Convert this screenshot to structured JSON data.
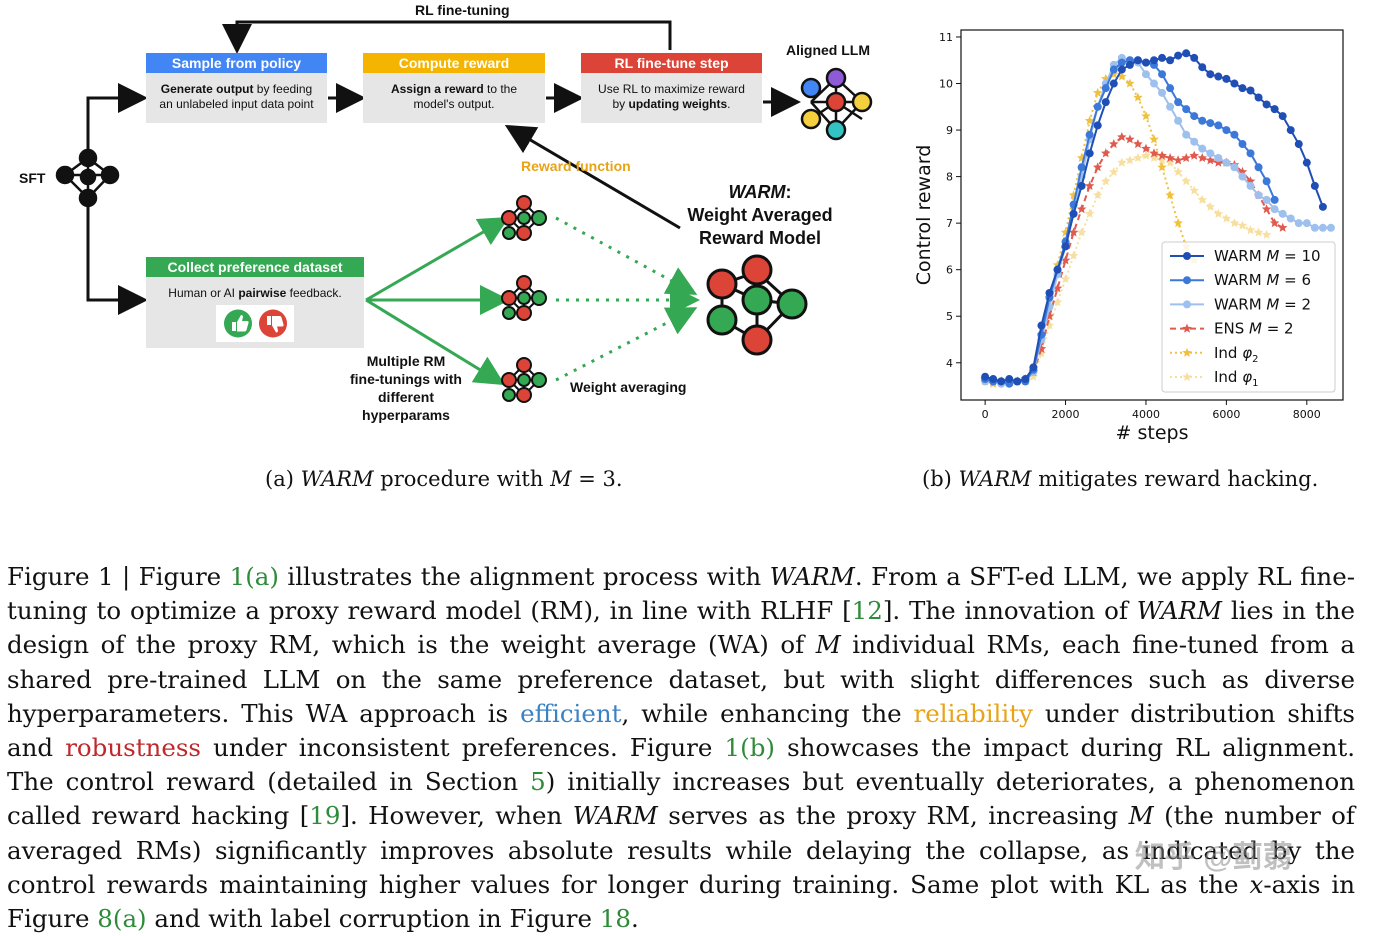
{
  "diagram": {
    "loop_label": "RL fine-tuning",
    "sft_label": "SFT",
    "aligned_label": "Aligned LLM",
    "boxes": {
      "sample": {
        "title": "Sample from policy",
        "line1_bold": "Generate output",
        "line1_rest": " by feeding",
        "line2": "an unlabeled input data point",
        "color": "#4285f4"
      },
      "compute": {
        "title": "Compute reward",
        "line1_bold": "Assign a reward",
        "line1_rest": " to the",
        "line2": "model's output.",
        "color": "#f4b400"
      },
      "rlstep": {
        "title": "RL fine-tune step",
        "line1": "Use RL to maximize reward",
        "line2_pre": "by ",
        "line2_bold": "updating weights",
        "line2_post": ".",
        "color": "#db4437"
      },
      "collect": {
        "title": "Collect preference dataset",
        "line1_pre": "Human or AI ",
        "line1_bold": "pairwise",
        "line1_post": " feedback.",
        "color": "#34a853"
      }
    },
    "reward_function_label": "Reward function",
    "warm_title_1": "WARM",
    "warm_title_1_suffix": ":",
    "warm_title_2": "Weight Averaged",
    "warm_title_3": "Reward Model",
    "multiple_rm_1": "Multiple RM",
    "multiple_rm_2": "fine-tunings with",
    "multiple_rm_3": "different",
    "multiple_rm_4": "hyperparams",
    "weight_averaging_label": "Weight averaging",
    "caption_a_pre": "(a) ",
    "caption_a_italic": "WARM",
    "caption_a_mid": " procedure with ",
    "caption_a_m": "M",
    "caption_a_post": " = 3."
  },
  "chart_data": {
    "type": "line",
    "xlabel": "# steps",
    "ylabel": "Control reward",
    "xlim": [
      -600,
      8900
    ],
    "ylim": [
      3.2,
      11.15
    ],
    "xticks": [
      0,
      2000,
      4000,
      6000,
      8000
    ],
    "yticks": [
      4,
      5,
      6,
      7,
      8,
      9,
      10,
      11
    ],
    "grid": false,
    "legend_position": "lower-right",
    "series": [
      {
        "name": "WARM M = 10",
        "color": "#1f4fb5",
        "style": "solid",
        "marker": "circle",
        "x": [
          0,
          200,
          400,
          600,
          800,
          1000,
          1200,
          1400,
          1600,
          1800,
          2000,
          2200,
          2400,
          2600,
          2800,
          3000,
          3200,
          3400,
          3600,
          3800,
          4000,
          4200,
          4400,
          4600,
          4800,
          5000,
          5200,
          5400,
          5600,
          5800,
          6000,
          6200,
          6400,
          6600,
          6800,
          7000,
          7200,
          7400,
          7600,
          7800,
          8000,
          8200,
          8400
        ],
        "y": [
          3.7,
          3.65,
          3.6,
          3.65,
          3.6,
          3.65,
          3.9,
          4.8,
          5.5,
          6.0,
          6.5,
          7.2,
          7.8,
          8.5,
          9.1,
          9.6,
          10.0,
          10.3,
          10.4,
          10.5,
          10.45,
          10.5,
          10.55,
          10.5,
          10.6,
          10.65,
          10.55,
          10.35,
          10.2,
          10.15,
          10.1,
          10.0,
          9.9,
          9.85,
          9.7,
          9.55,
          9.45,
          9.3,
          9.0,
          8.7,
          8.3,
          7.8,
          7.35
        ]
      },
      {
        "name": "WARM M = 6",
        "color": "#3c78d8",
        "style": "solid",
        "marker": "circle",
        "x": [
          0,
          200,
          400,
          600,
          800,
          1000,
          1200,
          1400,
          1600,
          1800,
          2000,
          2200,
          2400,
          2600,
          2800,
          3000,
          3200,
          3400,
          3600,
          3800,
          4000,
          4200,
          4400,
          4600,
          4800,
          5000,
          5200,
          5400,
          5600,
          5800,
          6000,
          6200,
          6400,
          6600,
          6800,
          7000,
          7200
        ],
        "y": [
          3.65,
          3.6,
          3.6,
          3.55,
          3.6,
          3.6,
          3.85,
          4.6,
          5.4,
          6.0,
          6.6,
          7.4,
          8.2,
          8.9,
          9.5,
          9.9,
          10.3,
          10.45,
          10.5,
          10.5,
          10.45,
          10.4,
          10.2,
          9.9,
          9.6,
          9.45,
          9.3,
          9.2,
          9.15,
          9.1,
          9.0,
          8.9,
          8.7,
          8.5,
          8.2,
          7.9,
          7.5
        ]
      },
      {
        "name": "WARM M = 2",
        "color": "#9dc0ee",
        "style": "solid",
        "marker": "circle",
        "x": [
          0,
          200,
          400,
          600,
          800,
          1000,
          1200,
          1400,
          1600,
          1800,
          2000,
          2200,
          2400,
          2600,
          2800,
          3000,
          3200,
          3400,
          3600,
          3800,
          4000,
          4200,
          4400,
          4600,
          4800,
          5000,
          5200,
          5400,
          5600,
          5800,
          6000,
          6200,
          6400,
          6600,
          6800,
          7000,
          7200,
          7400,
          7600,
          7800,
          8000,
          8200,
          8400,
          8600
        ],
        "y": [
          3.6,
          3.6,
          3.55,
          3.6,
          3.6,
          3.6,
          3.8,
          4.5,
          5.2,
          5.9,
          6.5,
          7.2,
          8.0,
          8.8,
          9.5,
          10.0,
          10.4,
          10.55,
          10.5,
          10.45,
          10.2,
          10.0,
          9.8,
          9.5,
          9.2,
          8.9,
          8.75,
          8.6,
          8.5,
          8.4,
          8.3,
          8.2,
          8.0,
          7.8,
          7.6,
          7.5,
          7.3,
          7.2,
          7.1,
          7.0,
          7.0,
          6.9,
          6.9,
          6.9
        ]
      },
      {
        "name": "ENS M = 2",
        "color": "#e05a4e",
        "style": "dashed",
        "marker": "star",
        "x": [
          0,
          200,
          400,
          600,
          800,
          1000,
          1200,
          1400,
          1600,
          1800,
          2000,
          2200,
          2400,
          2600,
          2800,
          3000,
          3200,
          3400,
          3600,
          3800,
          4000,
          4200,
          4400,
          4600,
          4800,
          5000,
          5200,
          5400,
          5600,
          5800,
          6000,
          6200,
          6400,
          6600,
          6800,
          7000,
          7200,
          7400
        ],
        "y": [
          3.65,
          3.6,
          3.6,
          3.6,
          3.6,
          3.65,
          3.8,
          4.3,
          5.0,
          5.6,
          6.2,
          6.8,
          7.3,
          7.8,
          8.2,
          8.5,
          8.7,
          8.85,
          8.8,
          8.7,
          8.6,
          8.5,
          8.45,
          8.4,
          8.35,
          8.4,
          8.45,
          8.4,
          8.35,
          8.3,
          8.3,
          8.25,
          8.1,
          7.9,
          7.6,
          7.3,
          7.0,
          6.9
        ]
      },
      {
        "name": "Ind φ2",
        "color": "#f0c040",
        "style": "dotted",
        "marker": "star",
        "x": [
          0,
          200,
          400,
          600,
          800,
          1000,
          1200,
          1400,
          1600,
          1800,
          2000,
          2200,
          2400,
          2600,
          2800,
          3000,
          3200,
          3400,
          3600,
          3800,
          4000,
          4200,
          4400,
          4600,
          4800,
          5000,
          5200
        ],
        "y": [
          3.6,
          3.55,
          3.6,
          3.6,
          3.6,
          3.6,
          3.8,
          4.6,
          5.4,
          6.1,
          6.8,
          7.6,
          8.4,
          9.2,
          9.8,
          10.1,
          10.2,
          10.15,
          10.0,
          9.7,
          9.3,
          8.8,
          8.2,
          7.6,
          7.0,
          6.5,
          6.2
        ]
      },
      {
        "name": "Ind φ1",
        "color": "#f7dfa0",
        "style": "dotted",
        "marker": "star",
        "x": [
          0,
          200,
          400,
          600,
          800,
          1000,
          1200,
          1400,
          1600,
          1800,
          2000,
          2200,
          2400,
          2600,
          2800,
          3000,
          3200,
          3400,
          3600,
          3800,
          4000,
          4200,
          4400,
          4600,
          4800,
          5000,
          5200,
          5400,
          5600,
          5800,
          6000,
          6200,
          6400,
          6600,
          6800,
          7000
        ],
        "y": [
          3.6,
          3.6,
          3.55,
          3.6,
          3.6,
          3.6,
          3.7,
          4.2,
          4.8,
          5.3,
          5.8,
          6.3,
          6.8,
          7.2,
          7.6,
          7.9,
          8.1,
          8.3,
          8.35,
          8.4,
          8.45,
          8.4,
          8.35,
          8.3,
          8.1,
          7.9,
          7.7,
          7.5,
          7.35,
          7.2,
          7.1,
          7.0,
          6.95,
          6.85,
          6.8,
          6.75
        ]
      }
    ],
    "legend": [
      {
        "pre": "WARM ",
        "it": "M",
        "post": " = 10"
      },
      {
        "pre": "WARM ",
        "it": "M",
        "post": " = 6"
      },
      {
        "pre": "WARM ",
        "it": "M",
        "post": " = 2"
      },
      {
        "pre": "ENS ",
        "it": "M",
        "post": " = 2"
      },
      {
        "pre": "Ind ",
        "it": "φ",
        "post": "2"
      },
      {
        "pre": "Ind ",
        "it": "φ",
        "post": "1"
      }
    ]
  },
  "caption_b_pre": "(b) ",
  "caption_b_italic": "WARM",
  "caption_b_post": " mitigates reward hacking.",
  "paragraph": {
    "t1": "Figure 1 | Figure ",
    "ref1": "1(a)",
    "t2": " illustrates the alignment process with ",
    "i1": "WARM",
    "t3": ". From a SFT-ed LLM, we apply RL fine-tuning to optimize a proxy reward model (RM), in line with RLHF [",
    "ref2": "12",
    "t4": "]. The innovation of ",
    "i2": "WARM",
    "t5": " lies in the design of the proxy RM, which is the weight average (WA) of ",
    "i3": "M",
    "t6": " individual RMs, each fine-tuned from a shared pre-trained LLM on the same preference dataset, but with slight differences such as diverse hyperparameters. This WA approach is ",
    "efficient": "efficient",
    "t7": ", while enhancing the ",
    "reliability": "reliability",
    "t8": " under distribution shifts and ",
    "robustness": "robustness",
    "t9": " under inconsistent preferences. Figure ",
    "ref3": "1(b)",
    "t10": " showcases the impact during RL alignment. The control reward (detailed in Section ",
    "ref4": "5",
    "t11": ") initially increases but eventually deteriorates, a phenomenon called reward hacking [",
    "ref5": "19",
    "t12": "]. However, when ",
    "i4": "WARM",
    "t13": " serves as the proxy RM, increasing ",
    "i5": "M",
    "t14": " (the number of averaged RMs) significantly improves absolute results while delaying the collapse, as indicated by the control rewards maintaining higher values for longer during training. Same plot with KL as the ",
    "i6": "x",
    "t15": "-axis in Figure ",
    "ref6": "8(a)",
    "t16": " and with label corruption in Figure ",
    "ref7": "18",
    "t17": "."
  },
  "watermark": "知乎 @蓟蒻"
}
